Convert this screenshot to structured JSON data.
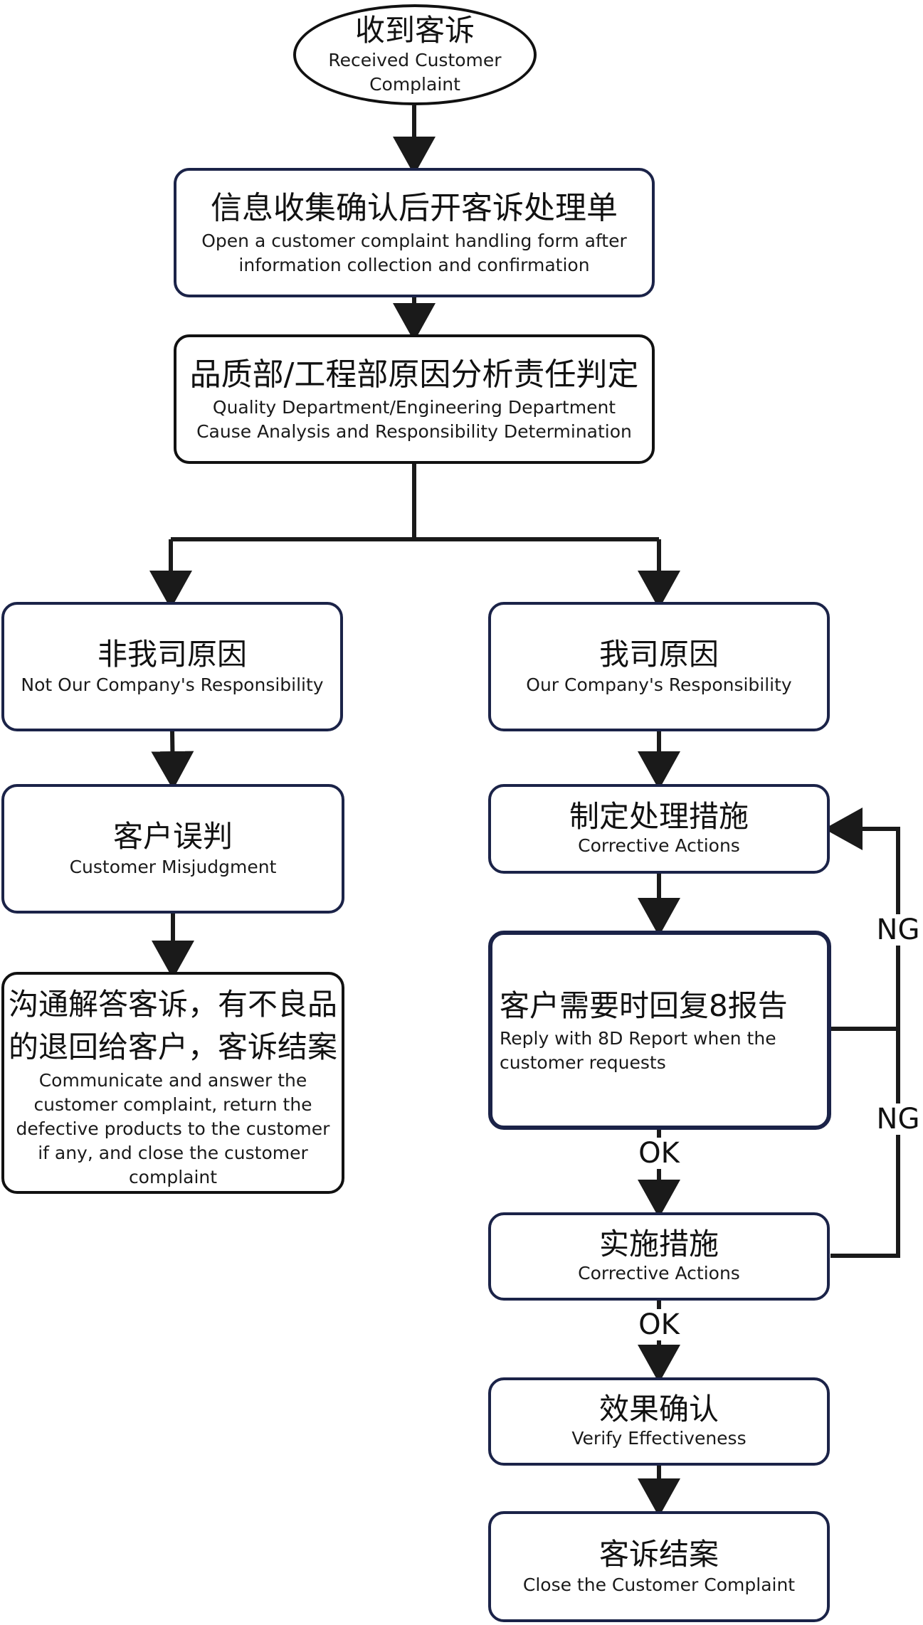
{
  "nodes": {
    "received": {
      "zh": "收到客诉",
      "en": "Received Customer Complaint"
    },
    "open_form": {
      "zh": "信息收集确认后开客诉处理单",
      "en": "Open a customer complaint handling form after information collection and confirmation"
    },
    "analysis": {
      "zh": "品质部/工程部原因分析责任判定",
      "en": "Quality Department/Engineering Department Cause Analysis and Responsibility Determination"
    },
    "not_ours": {
      "zh": "非我司原因",
      "en": "Not Our Company's Responsibility"
    },
    "ours": {
      "zh": "我司原因",
      "en": "Our Company's Responsibility"
    },
    "misjudgment": {
      "zh": "客户误判",
      "en": "Customer Misjudgment"
    },
    "communicate": {
      "zh": "沟通解答客诉，有不良品的退回给客户，客诉结案",
      "en": "Communicate and answer the customer complaint, return the defective products to the customer if any, and close the customer complaint"
    },
    "corrective": {
      "zh": "制定处理措施",
      "en": "Corrective Actions"
    },
    "report": {
      "zh": "客户需要时回复8报告",
      "en": "Reply with 8D Report when the customer requests"
    },
    "implement": {
      "zh": "实施措施",
      "en": "Corrective Actions"
    },
    "verify": {
      "zh": "效果确认",
      "en": "Verify Effectiveness"
    },
    "close": {
      "zh": "客诉结案",
      "en": "Close the Customer Complaint"
    }
  },
  "labels": {
    "ok_1": "OK",
    "ok_2": "OK",
    "ng_1": "NG",
    "ng_2": "NG"
  },
  "colors": {
    "line": "#1a1a1a",
    "box_border_dark": "#111111",
    "box_border_navy": "#1b2348"
  }
}
